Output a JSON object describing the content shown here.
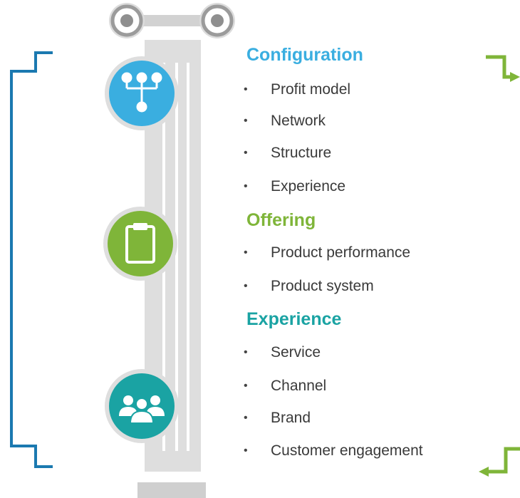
{
  "colors": {
    "configuration": "#3aaee0",
    "offering": "#7fb539",
    "experience": "#1aa3a3",
    "left_bracket": "#1b79b0",
    "right_arrows": "#7fb539",
    "column": "#dcdcdc",
    "ring": "#9b9b9b"
  },
  "icons": {
    "configuration": "hierarchy-network-icon",
    "offering": "clipboard-icon",
    "experience": "group-of-people-icon"
  },
  "sections": {
    "configuration": {
      "title": "Configuration",
      "items": [
        "Profit model",
        "Network",
        "Structure",
        "Experience"
      ]
    },
    "offering": {
      "title": "Offering",
      "items": [
        "Product performance",
        "Product system"
      ]
    },
    "experience": {
      "title": "Experience",
      "items": [
        "Service",
        "Channel",
        "Brand",
        "Customer engagement"
      ]
    }
  }
}
